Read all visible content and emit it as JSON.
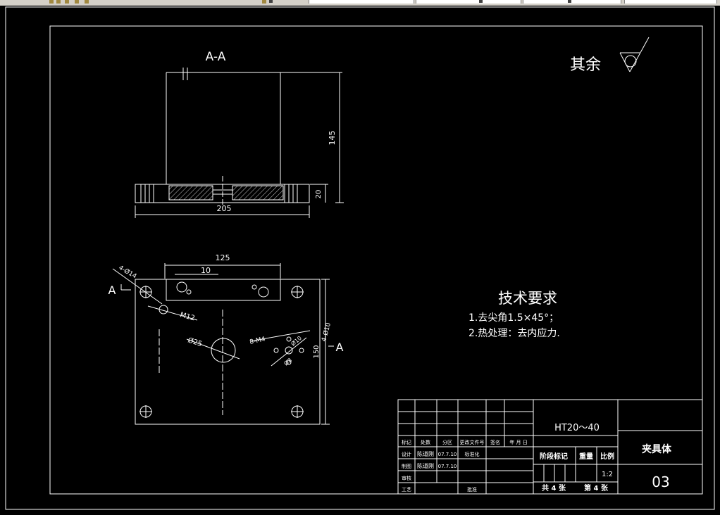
{
  "section_label": "A-A",
  "roughness": {
    "text": "其余"
  },
  "dims": {
    "height_145": "145",
    "thick_20": "20",
    "width_205": "205",
    "top_125": "125",
    "top_10": "10",
    "holes_4": "4-Ø14",
    "m12": "M12",
    "d25": "Ø25",
    "m4": "8-M4",
    "d10": "Ø10",
    "d8": "Ø8",
    "h150": "150",
    "h4": "4-Ø10"
  },
  "section_marks": {
    "left": "A",
    "right": "A"
  },
  "tech": {
    "title": "技术要求",
    "items": [
      "1.去尖角1.5×45°；",
      "2.热处理：去内应力."
    ]
  },
  "title_block": {
    "material": "HT20～40",
    "part_name": "夹具体",
    "drawing_no": "03",
    "scale_label": "比例",
    "scale_value": "1:2",
    "weight_label": "重量",
    "stage_label": "阶段标记",
    "sheets_total": "共 4 张",
    "sheet_no": "第 4 张",
    "rev_headers": [
      "标记",
      "处数",
      "分区",
      "更改文件号",
      "签名",
      "年 月 日"
    ],
    "rows": [
      {
        "role": "设计",
        "name": "陈道刚",
        "date": "07.7.10",
        "extra_role": "标准化"
      },
      {
        "role": "制图",
        "name": "陈道刚",
        "date": "07.7.10",
        "extra_role": ""
      },
      {
        "role": "审核",
        "name": "",
        "date": "",
        "extra_role": ""
      },
      {
        "role": "工艺",
        "name": "",
        "date": "",
        "extra_role": "批准"
      }
    ]
  }
}
